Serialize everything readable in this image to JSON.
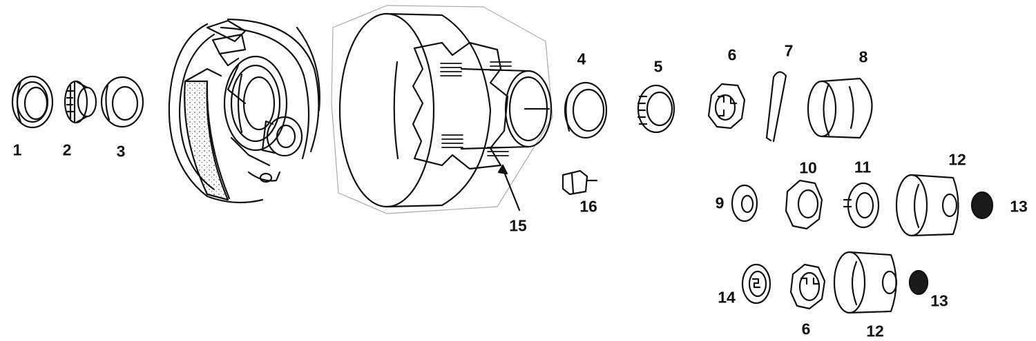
{
  "diagram": {
    "background_color": "#ffffff",
    "line_color": "#111111",
    "shading_color": "#9a9a9a",
    "cap_fill_color": "#1a1a1a"
  },
  "parts": [
    {
      "id": "p1",
      "label": "1"
    },
    {
      "id": "p2",
      "label": "2"
    },
    {
      "id": "p3",
      "label": "3"
    },
    {
      "id": "p4",
      "label": "4"
    },
    {
      "id": "p5",
      "label": "5"
    },
    {
      "id": "p6a",
      "label": "6"
    },
    {
      "id": "p7",
      "label": "7"
    },
    {
      "id": "p8",
      "label": "8"
    },
    {
      "id": "p9",
      "label": "9"
    },
    {
      "id": "p10",
      "label": "10"
    },
    {
      "id": "p11",
      "label": "11"
    },
    {
      "id": "p12a",
      "label": "12"
    },
    {
      "id": "p13a",
      "label": "13"
    },
    {
      "id": "p14",
      "label": "14"
    },
    {
      "id": "p6b",
      "label": "6"
    },
    {
      "id": "p12b",
      "label": "12"
    },
    {
      "id": "p13b",
      "label": "13"
    },
    {
      "id": "p15",
      "label": "15"
    },
    {
      "id": "p16",
      "label": "16"
    }
  ]
}
